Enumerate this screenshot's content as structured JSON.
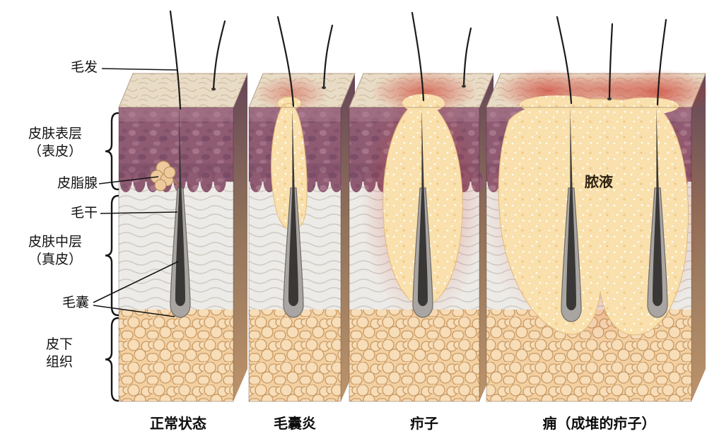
{
  "figure": {
    "left_labels": {
      "hair": "毛发",
      "epidermis_1": "皮肤表层",
      "epidermis_2": "（表皮）",
      "sebaceous_gland": "皮脂腺",
      "hair_shaft": "毛干",
      "dermis_1": "皮肤中层",
      "dermis_2": "（真皮）",
      "hair_follicle": "毛囊",
      "subcutaneous_1": "皮下",
      "subcutaneous_2": "组织"
    },
    "inline_labels": {
      "pus": "脓液"
    },
    "captions": [
      "正常状态",
      "毛囊炎",
      "疖子",
      "痈（成堆的疖子）"
    ]
  },
  "colors": {
    "epidermis_purple": "#8f5b72",
    "epidermis_light": "#b18397",
    "epidermis_light_fix": "#b18397",
    "epidermis_dark": "#6f4560",
    "top_cream": "#e9dcc7",
    "top_line": "#c8b192",
    "dermis_bg": "#edebe7",
    "dermis_line": "#cfc9c1",
    "fat_bg": "#f3d0a2",
    "fat_cell": "#f7ddb8",
    "fat_line": "#c89a64",
    "pus_fill": "#f9e0ac",
    "pus_edge": "#e2b97b",
    "inflame_red": "#cc3326",
    "follicle_gray": "#a9a5a2",
    "follicle_edge": "#6f6a66",
    "hair_dark": "#1b1b1b",
    "sebaceous_fill": "#edc99c",
    "sebaceous_edge": "#b38a55",
    "side_top": "#5e3c4e",
    "side_mid": "#8a6a52",
    "side_bottom": "#b98e63",
    "annotation": "#151515"
  }
}
